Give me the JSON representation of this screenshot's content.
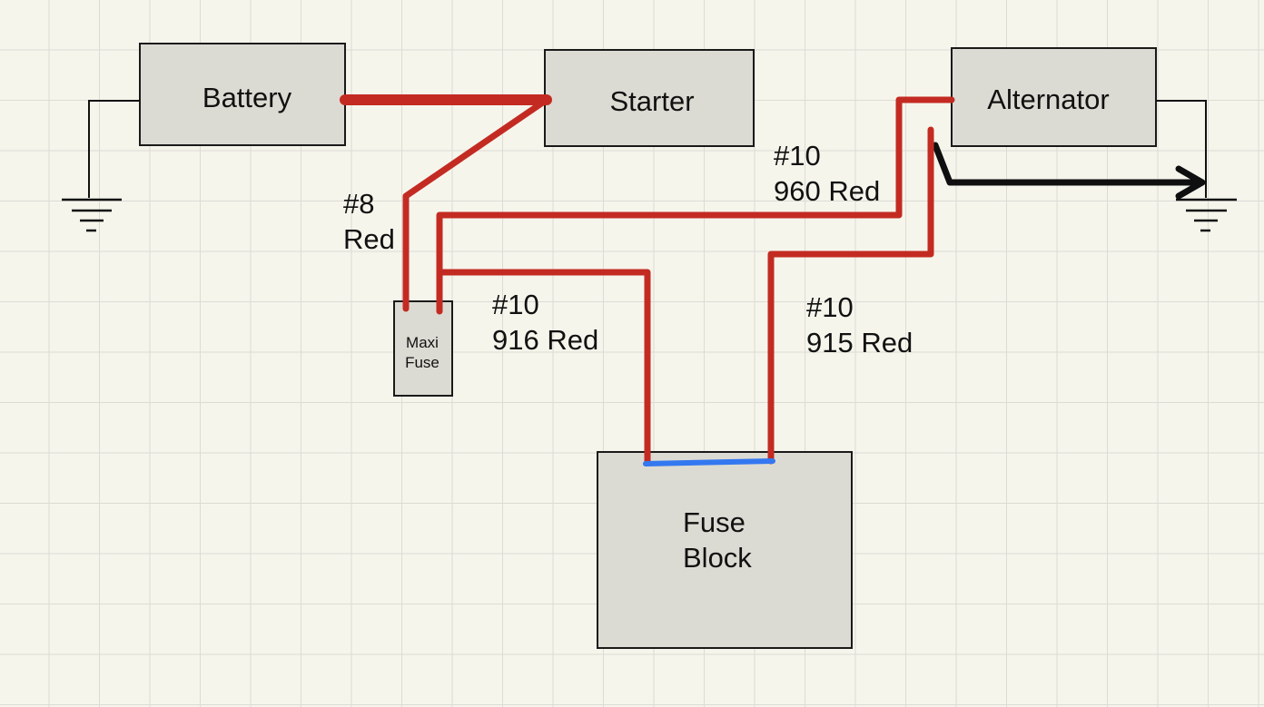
{
  "components": {
    "battery": "Battery",
    "starter": "Starter",
    "alternator": "Alternator",
    "maxi_fuse": "Maxi\nFuse",
    "fuse_block": "Fuse\nBlock"
  },
  "wire_labels": {
    "w8": "#8\nRed",
    "w960": "#10\n960 Red",
    "w916": "#10\n916 Red",
    "w915": "#10\n915 Red"
  },
  "colors": {
    "red_wire": "#c32b22",
    "blue_wire": "#3478f0",
    "ground_wire": "#0f0f0f",
    "component_fill": "#dcdbd3"
  }
}
